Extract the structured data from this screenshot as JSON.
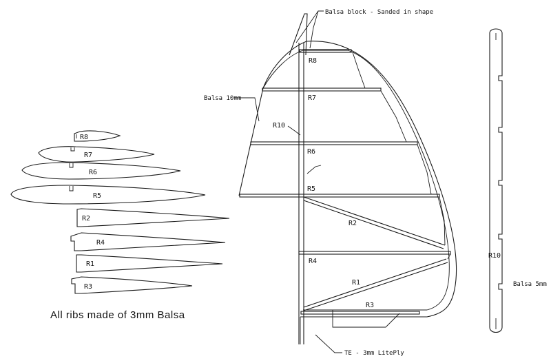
{
  "labels": {
    "balsa_block": "Balsa block - Sanded in shape",
    "balsa_10mm": "Balsa 10mm",
    "r10_spar": "R10",
    "r10_side": "R10",
    "balsa_5mm": "Balsa 5mm",
    "te": "TE - 3mm LitePly",
    "note": "All ribs made of 3mm Balsa"
  },
  "ribs_loose": [
    "R8",
    "R7",
    "R6",
    "R5",
    "R2",
    "R4",
    "R1",
    "R3"
  ],
  "ribs_assembly": [
    "R8",
    "R7",
    "R6",
    "R5",
    "R2",
    "R4",
    "R1",
    "R3"
  ]
}
